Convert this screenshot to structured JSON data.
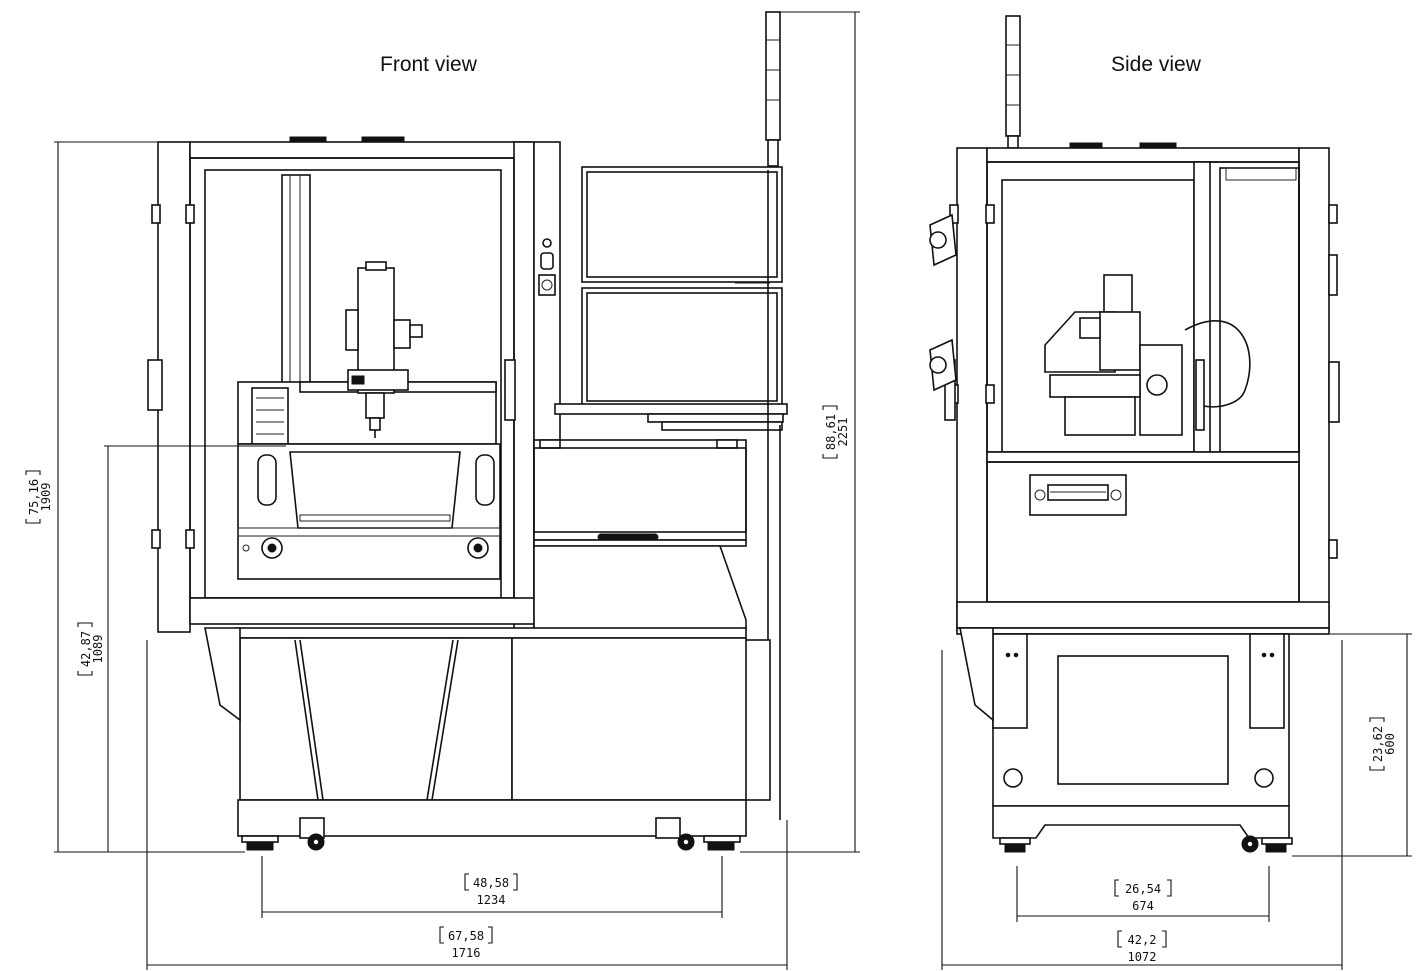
{
  "views": {
    "front": {
      "title": "Front view"
    },
    "side": {
      "title": "Side view"
    }
  },
  "dimensions": {
    "front_total_height": {
      "inch": "75,16",
      "mm": "1909"
    },
    "front_table_height": {
      "inch": "42,87",
      "mm": "1089"
    },
    "front_tower_height": {
      "inch": "88,61",
      "mm": "2251"
    },
    "front_foot_spacing": {
      "inch": "48,58",
      "mm": "1234"
    },
    "front_total_width": {
      "inch": "67,58",
      "mm": "1716"
    },
    "side_base_height": {
      "inch": "23,62",
      "mm": "600"
    },
    "side_foot_spacing": {
      "inch": "26,54",
      "mm": "674"
    },
    "side_total_width": {
      "inch": "42,2",
      "mm": "1072"
    }
  }
}
